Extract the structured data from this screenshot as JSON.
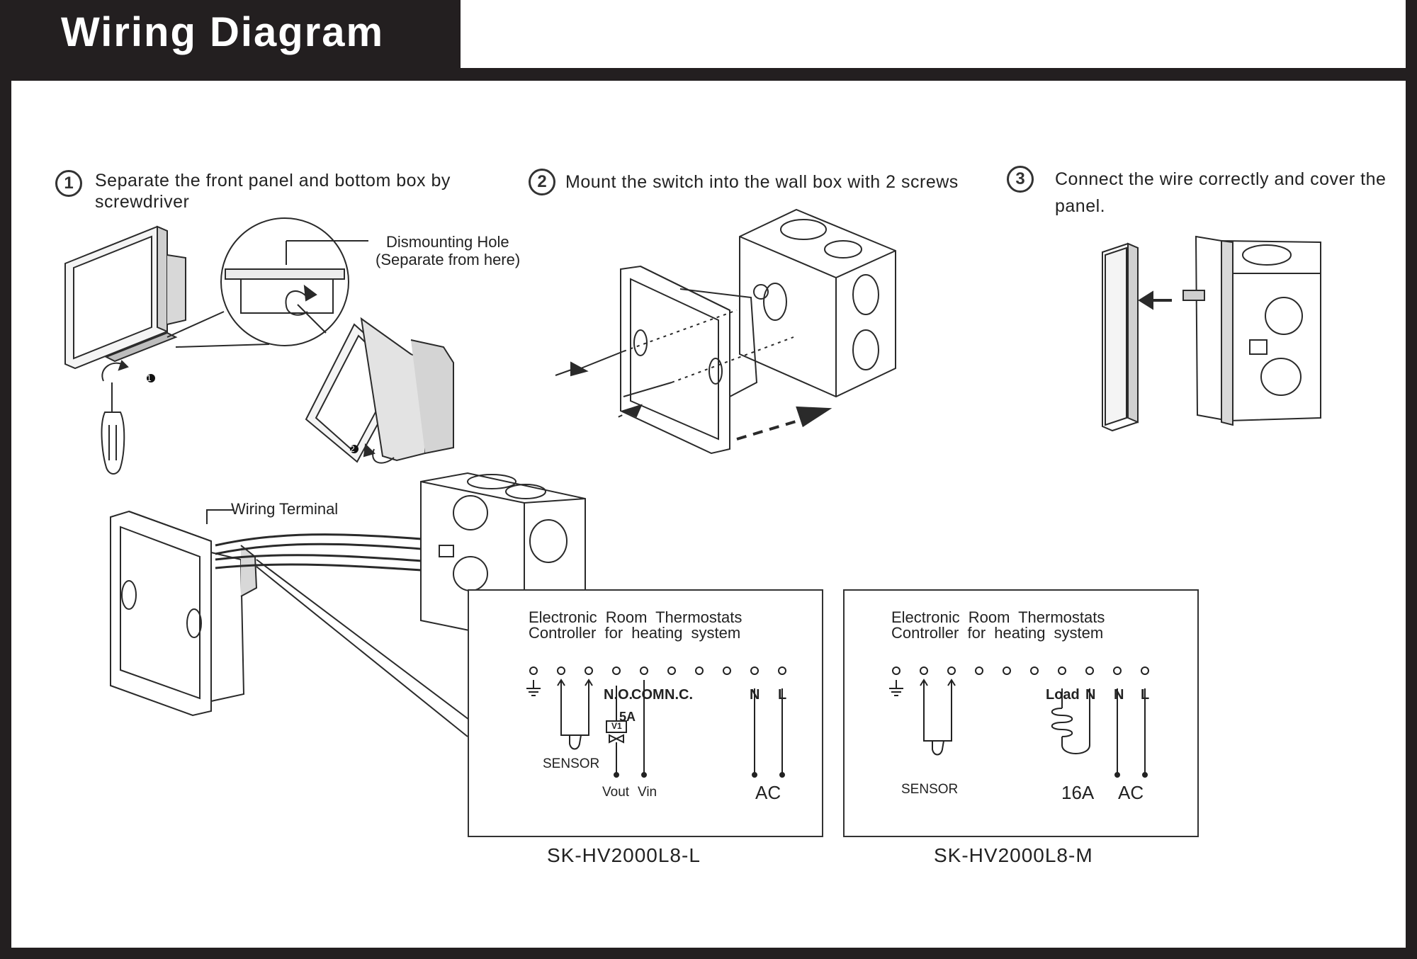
{
  "header": {
    "title": "Wiring Diagram"
  },
  "steps": [
    {
      "num": "1",
      "text": "Separate the front panel and bottom box by screwdriver"
    },
    {
      "num": "2",
      "text": "Mount the switch into the wall box with 2 screws"
    },
    {
      "num": "3",
      "text": "Connect the wire correctly and cover the panel."
    }
  ],
  "callouts": {
    "hole_title": "Dismounting Hole",
    "hole_sub": "(Separate from here)",
    "wiring_terminal": "Wiring Terminal"
  },
  "markers": {
    "one": "1",
    "two": "2"
  },
  "schematic_l": {
    "title_line1": "Electronic Room Thermostats",
    "title_line2": "Controller for heating system",
    "no": "N.O.",
    "com": "COM",
    "nc": "N.C.",
    "n": "N",
    "l": "L",
    "current": "5A",
    "valve": "V1",
    "sensor": "SENSOR",
    "vout": "Vout",
    "vin": "Vin",
    "ac": "AC",
    "model": "SK-HV2000L8-L"
  },
  "schematic_m": {
    "title_line1": "Electronic Room Thermostats",
    "title_line2": "Controller for heating system",
    "load": "Load",
    "n1": "N",
    "n2": "N",
    "l": "L",
    "sensor": "SENSOR",
    "current": "16A",
    "ac": "AC",
    "model": "SK-HV2000L8-M"
  },
  "colors": {
    "frame": "#231f20",
    "ink": "#333333",
    "title_text": "#ffffff"
  }
}
